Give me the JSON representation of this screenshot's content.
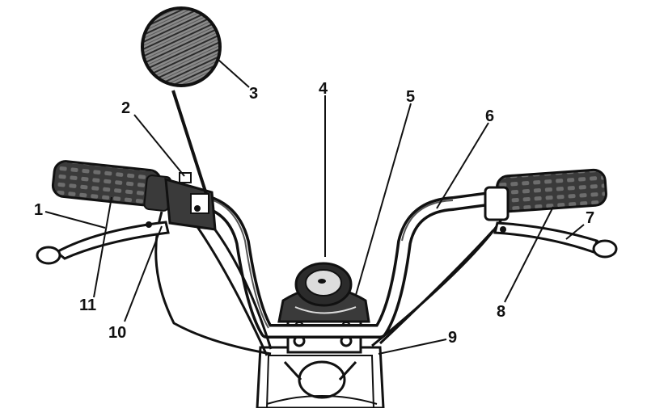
{
  "figure": {
    "colors": {
      "ink": "#111111",
      "paper": "#ffffff",
      "shade": "#3a3a3a",
      "grip": "#2b2b2b"
    },
    "callouts": {
      "c1": "1",
      "c2": "2",
      "c3": "3",
      "c4": "4",
      "c5": "5",
      "c6": "6",
      "c7": "7",
      "c8": "8",
      "c9": "9",
      "c10": "10",
      "c11": "11"
    }
  }
}
